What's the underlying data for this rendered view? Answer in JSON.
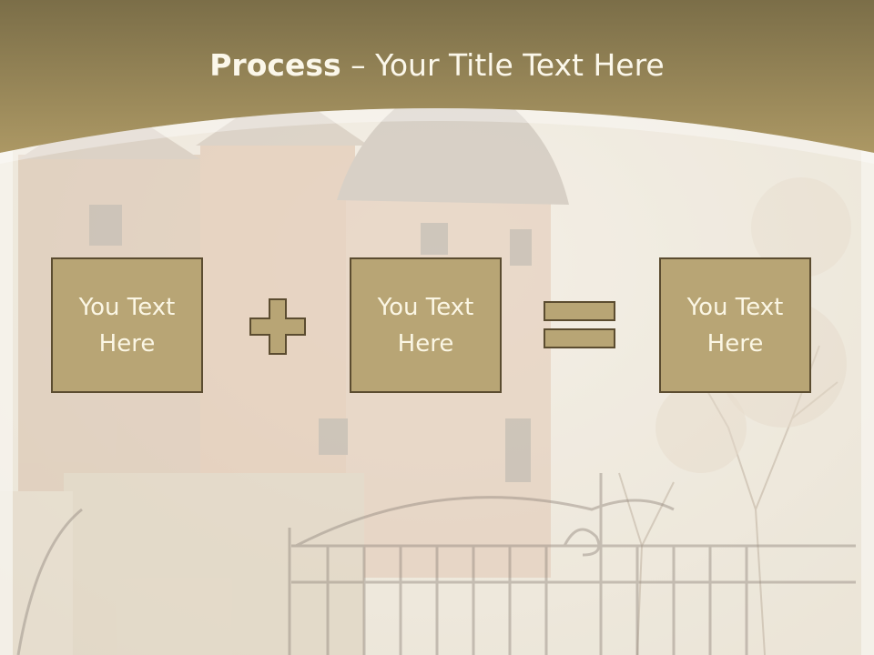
{
  "slide": {
    "title_bold": "Process",
    "title_separator": " – ",
    "title_rest": "Your Title Text Here"
  },
  "process": {
    "boxes": [
      {
        "text": "You Text Here"
      },
      {
        "text": "You Text Here"
      },
      {
        "text": "You Text Here"
      }
    ],
    "operators": [
      "plus",
      "equals"
    ]
  },
  "colors": {
    "banner": "#a99561",
    "box_fill": "#b8a575",
    "box_border": "#5b4c30",
    "text": "#fbf6e4"
  }
}
